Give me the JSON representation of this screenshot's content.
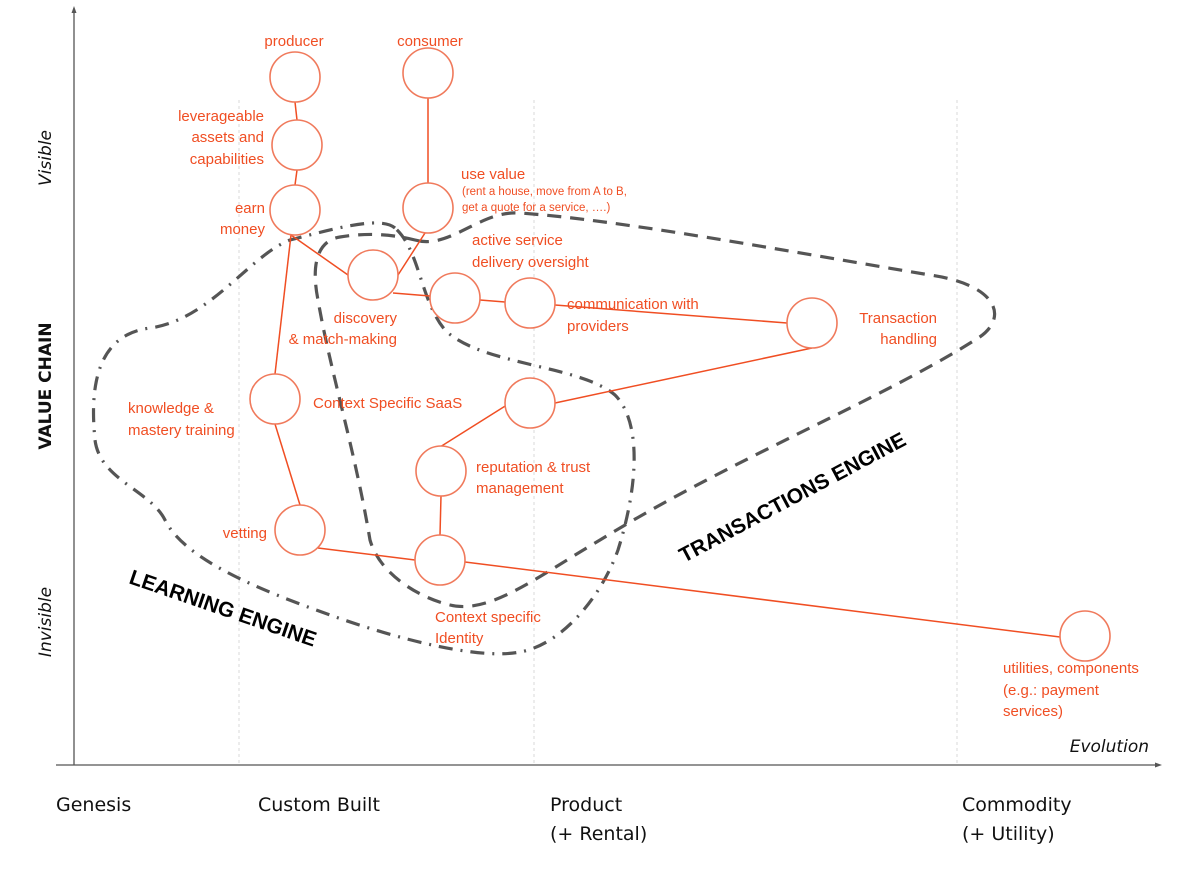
{
  "axes": {
    "y_top_label": "Visible",
    "y_title": "VALUE CHAIN",
    "y_bottom_label": "Invisible",
    "x_title": "Evolution",
    "stages": [
      {
        "line1": "Genesis",
        "line2": ""
      },
      {
        "line1": "Custom Built",
        "line2": ""
      },
      {
        "line1": "Product",
        "line2": "(+ Rental)"
      },
      {
        "line1": "Commodity",
        "line2": "(+ Utility)"
      }
    ]
  },
  "nodes": {
    "producer": {
      "line1": "producer"
    },
    "consumer": {
      "line1": "consumer"
    },
    "leverageable": {
      "line1": "leverageable",
      "line2": "assets and",
      "line3": "capabilities"
    },
    "earn_money": {
      "line1": "earn",
      "line2": "money"
    },
    "use_value": {
      "line1": "use value",
      "sub1": "(rent a house, move from A to B,",
      "sub2": "get a quote for a service, ….)"
    },
    "discovery": {
      "line1": "discovery",
      "line2": "& match-making"
    },
    "active_service": {
      "line1": "active service",
      "line2": "delivery oversight"
    },
    "communication": {
      "line1": "communication with",
      "line2": "providers"
    },
    "transaction": {
      "line1": "Transaction",
      "line2": "handling"
    },
    "knowledge": {
      "line1": "knowledge &",
      "line2": "mastery training"
    },
    "context_saas": {
      "line1": "Context Specific SaaS"
    },
    "reputation": {
      "line1": "reputation & trust",
      "line2": "management"
    },
    "vetting": {
      "line1": "vetting"
    },
    "identity": {
      "line1": "Context specific",
      "line2": "Identity"
    },
    "utilities": {
      "line1": "utilities, components",
      "line2": "(e.g.: payment",
      "line3": "services)"
    }
  },
  "groups": {
    "learning_engine": "LEARNING ENGINE",
    "transactions_engine": "TRANSACTIONS ENGINE"
  },
  "colors": {
    "component": "#f04e23",
    "boundary": "#555555"
  }
}
